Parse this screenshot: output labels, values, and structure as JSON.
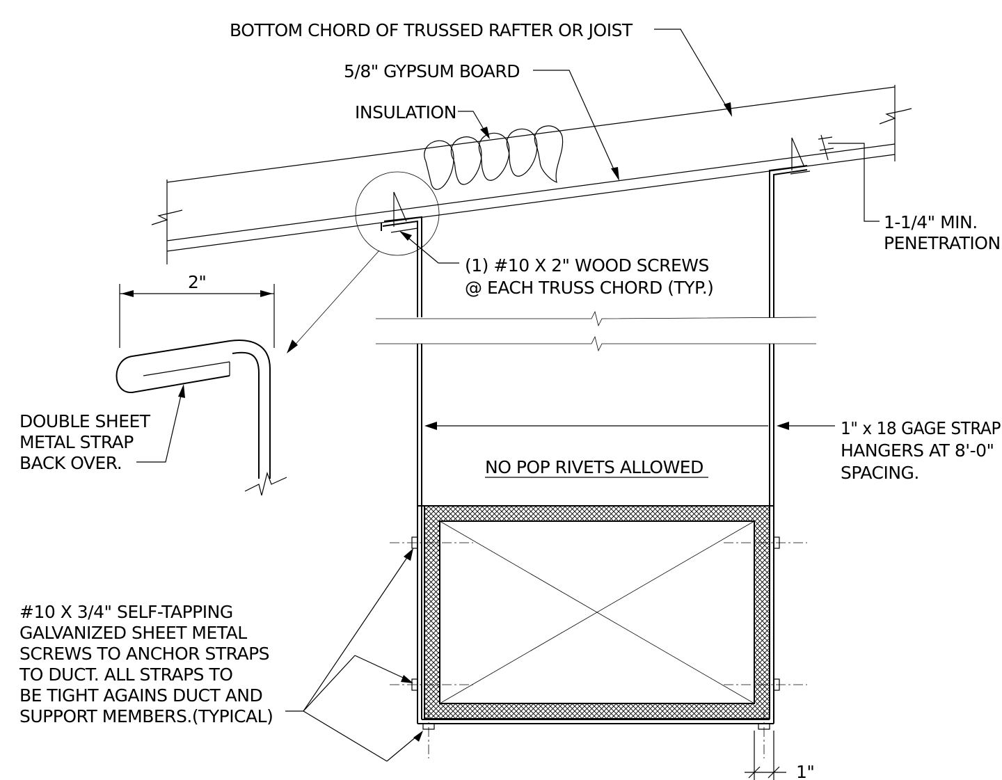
{
  "labels": {
    "bottom_chord": "BOTTOM CHORD OF TRUSSED RAFTER OR JOIST",
    "gypsum": "5/8\" GYPSUM BOARD",
    "insulation": "INSULATION",
    "penetration_line1": "1-1/4\" MIN.",
    "penetration_line2": "PENETRATION",
    "wood_screws_line1": "(1) #10 X 2\" WOOD SCREWS",
    "wood_screws_line2": "@ EACH TRUSS CHORD (TYP.)",
    "dim_2in": "2\"",
    "double_strap_line1": "DOUBLE SHEET",
    "double_strap_line2": "METAL STRAP",
    "double_strap_line3": "BACK OVER.",
    "strap_hangers_line1": "1\" x 18 GAGE STRAP",
    "strap_hangers_line2": "HANGERS AT 8'-0\"",
    "strap_hangers_line3": "SPACING.",
    "no_pop_rivets": "NO POP RIVETS ALLOWED",
    "self_tapping_line1": "#10 X 3/4\" SELF-TAPPING",
    "self_tapping_line2": "GALVANIZED SHEET METAL",
    "self_tapping_line3": "SCREWS TO ANCHOR STRAPS",
    "self_tapping_line4": "TO DUCT.  ALL STRAPS TO",
    "self_tapping_line5": "BE TIGHT AGAINS DUCT AND",
    "self_tapping_line6": "SUPPORT MEMBERS.(TYPICAL)",
    "dim_1in": "1\""
  }
}
